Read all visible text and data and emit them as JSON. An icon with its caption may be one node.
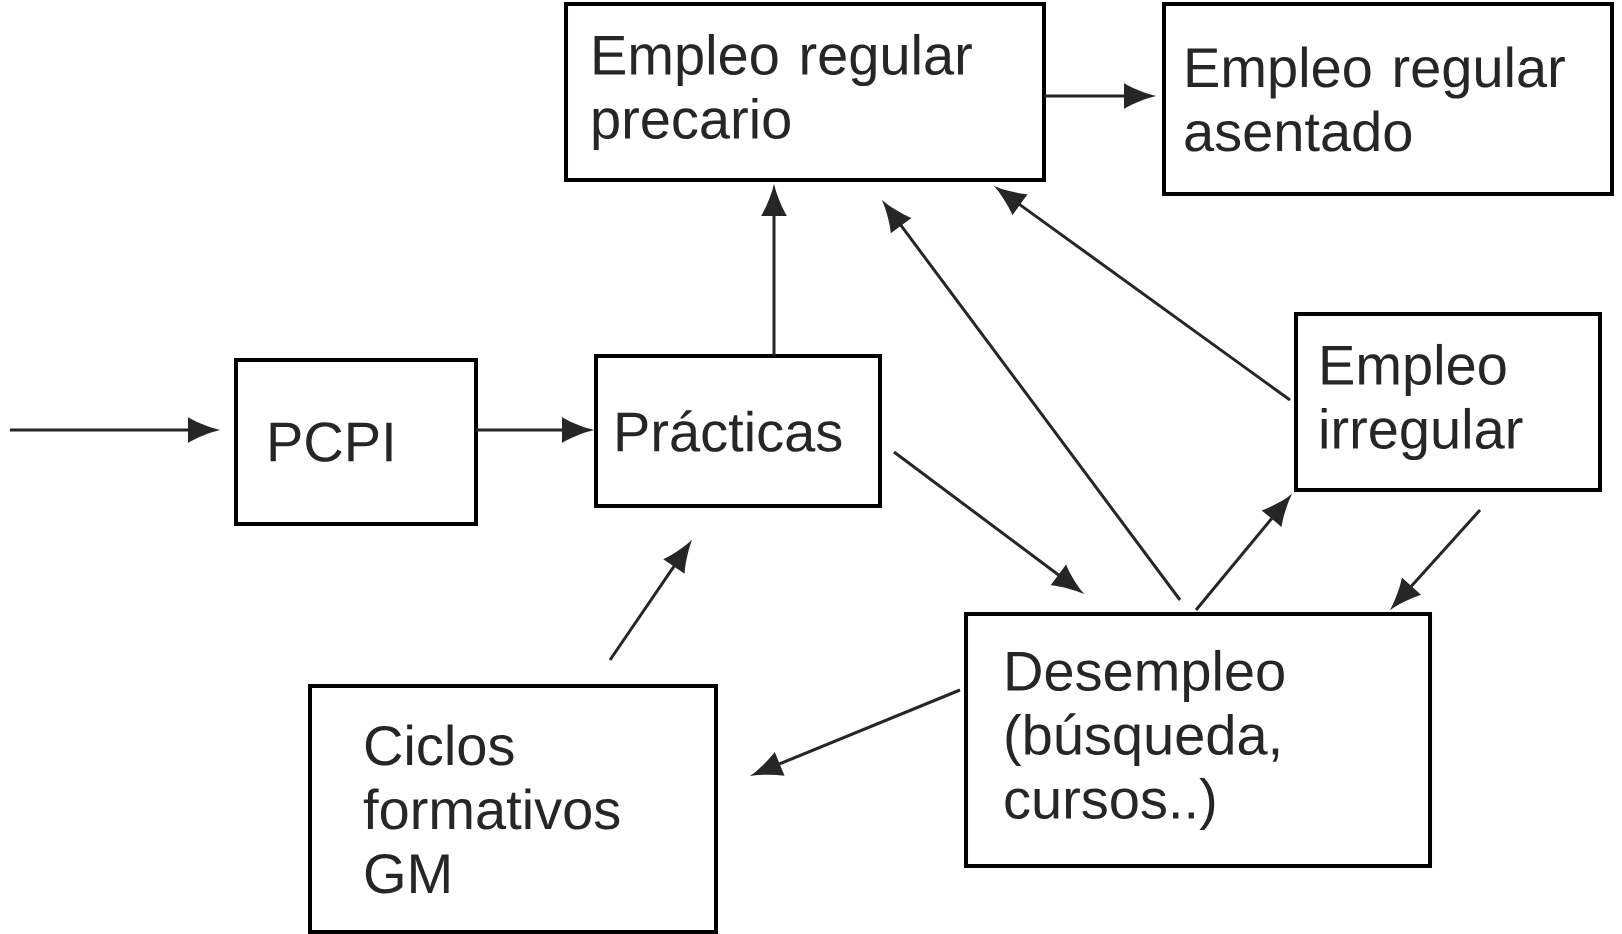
{
  "diagram": {
    "nodes": [
      {
        "text": [
          "Empleo regular precario"
        ]
      },
      {
        "text": [
          "Empleo regular asentado"
        ]
      },
      {
        "text": [
          "PCPI"
        ]
      },
      {
        "text": [
          "Prácticas"
        ]
      },
      {
        "text": [
          "Empleo irregular"
        ]
      },
      {
        "text": [
          "Desempleo (búsqueda, cursos..)"
        ]
      },
      {
        "text": [
          "Ciclos formativos GM"
        ]
      }
    ],
    "edges": [
      {
        "from": null,
        "to": 2,
        "arrow": "to"
      },
      {
        "from": 2,
        "to": 3,
        "arrow": "to"
      },
      {
        "from": 3,
        "to": 0,
        "arrow": "to"
      },
      {
        "from": 0,
        "to": 1,
        "arrow": "to"
      },
      {
        "from": 3,
        "to": 5,
        "arrow": "to"
      },
      {
        "from": 5,
        "to": 0,
        "arrow": "to"
      },
      {
        "from": 4,
        "to": 0,
        "arrow": "to"
      },
      {
        "from": 5,
        "to": 4,
        "arrow": "to"
      },
      {
        "from": 4,
        "to": 5,
        "arrow": "to"
      },
      {
        "from": 5,
        "to": 6,
        "arrow": "to"
      },
      {
        "from": 6,
        "to": 3,
        "arrow": "to"
      }
    ]
  }
}
